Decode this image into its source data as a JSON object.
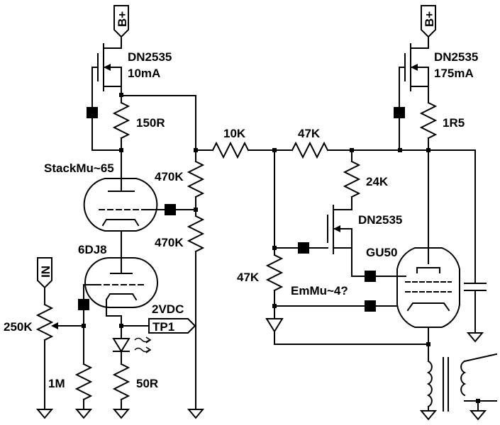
{
  "schematic": {
    "labels": {
      "bplus_left": "B+",
      "bplus_right": "B+",
      "in_port": "IN",
      "fet_left_part": "DN2535",
      "fet_left_current": "10mA",
      "fet_right_part": "DN2535",
      "fet_right_current": "175mA",
      "fet_mid_part": "DN2535",
      "r_150": "150R",
      "r_1r5": "1R5",
      "r_10k": "10K",
      "r_47k_top": "47K",
      "r_24k": "24K",
      "r_470k_top": "470K",
      "r_470k_bot": "470K",
      "r_47k_left": "47K",
      "r_250k": "250K",
      "r_1m": "1M",
      "r_50r": "50R",
      "stackmu": "StackMu~65",
      "tube_6dj8": "6DJ8",
      "tube_gu50": "GU50",
      "emmu": "EmMu~4?",
      "vdc": "2VDC",
      "tp1": "TP1"
    }
  }
}
